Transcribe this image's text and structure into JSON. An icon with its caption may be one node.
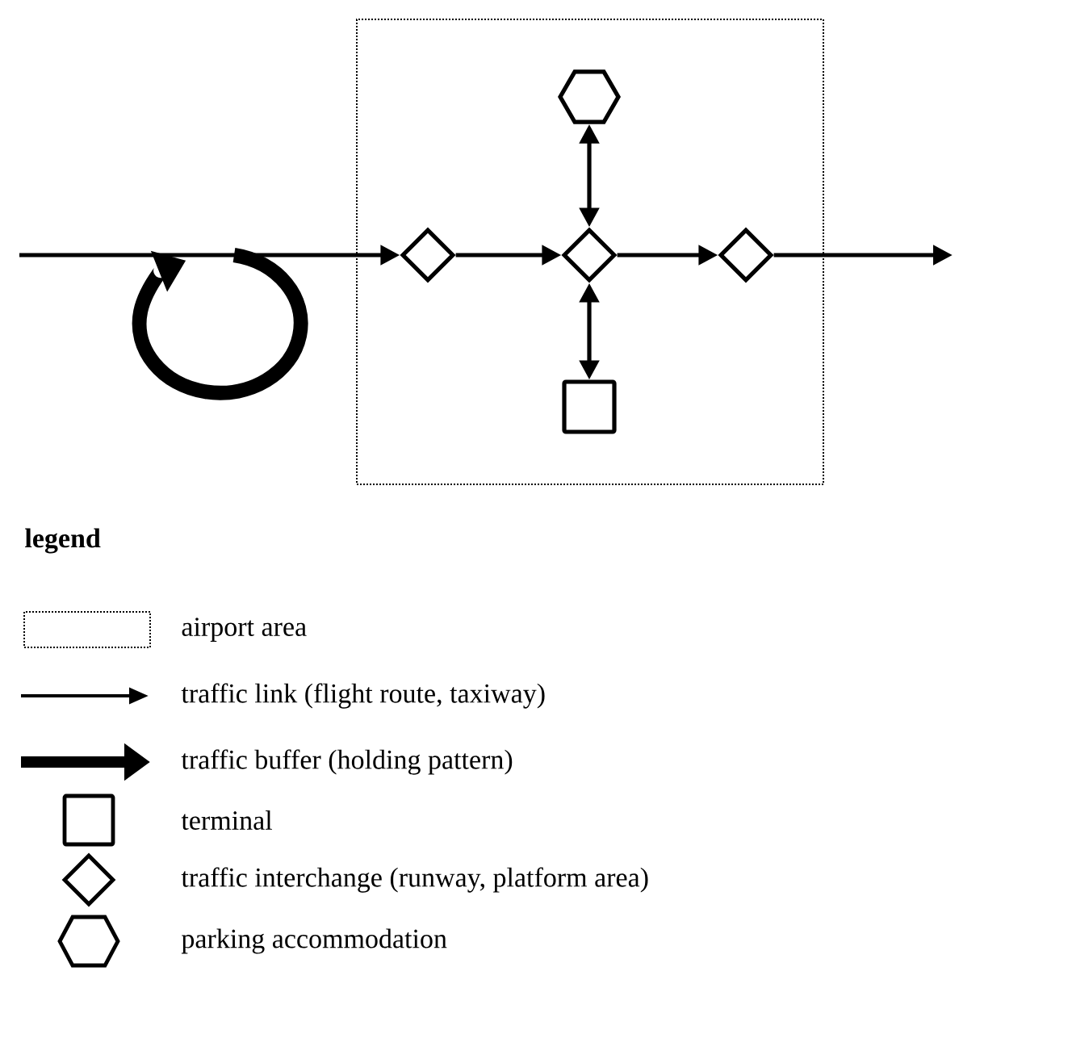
{
  "diagram": {
    "nodes": [
      {
        "text": [],
        "shape": "box"
      },
      {
        "text": [],
        "shape": "diamond",
        "in": 0
      },
      {
        "text": [],
        "shape": "diamond",
        "in": 0
      },
      {
        "text": [],
        "shape": "diamond",
        "in": 0
      },
      {
        "text": [],
        "shape": "hexagon",
        "in": 0
      },
      {
        "text": [],
        "shape": "box",
        "in": 0
      }
    ],
    "edges": [
      {
        "from": null,
        "to": 1,
        "arrow": "to"
      },
      {
        "from": 1,
        "to": 2,
        "arrow": "to"
      },
      {
        "from": 2,
        "to": 3,
        "arrow": "to"
      },
      {
        "from": 3,
        "to": null,
        "arrow": "to"
      },
      {
        "from": 2,
        "to": 4,
        "arrow": "both"
      },
      {
        "from": 2,
        "to": 5,
        "arrow": "both"
      }
    ],
    "labels": [
      "legend"
    ],
    "legend": [
      {
        "text": "airport area"
      },
      {
        "text": "traffic link (flight route, taxiway)"
      },
      {
        "text": "traffic buffer (holding pattern)"
      },
      {
        "text": "terminal"
      },
      {
        "text": "traffic interchange (runway, platform area)"
      },
      {
        "text": "parking accommodation"
      }
    ]
  }
}
